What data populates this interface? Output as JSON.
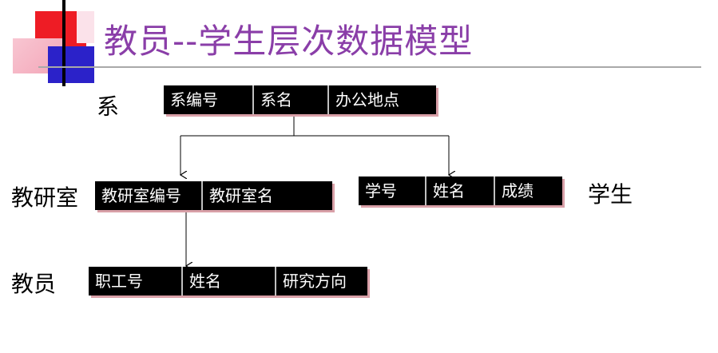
{
  "title": "教员--学生层次数据模型",
  "levels": {
    "dept": {
      "label": "系",
      "fields": [
        "系编号",
        "系名",
        "办公地点"
      ]
    },
    "office": {
      "label": "教研室",
      "fields": [
        "教研室编号",
        "教研室名"
      ]
    },
    "student": {
      "label": "学生",
      "fields": [
        "学号",
        "姓名",
        "成绩"
      ]
    },
    "teacher": {
      "label": "教员",
      "fields": [
        "职工号",
        "姓名",
        "研究方向"
      ]
    }
  },
  "colors": {
    "title": "#8a3ea8",
    "record_fill": "#000000",
    "record_text": "#ffffff",
    "decor_red": "#ee1c25",
    "decor_blue": "#2b22c9",
    "decor_pink": "#f6b6c6"
  }
}
